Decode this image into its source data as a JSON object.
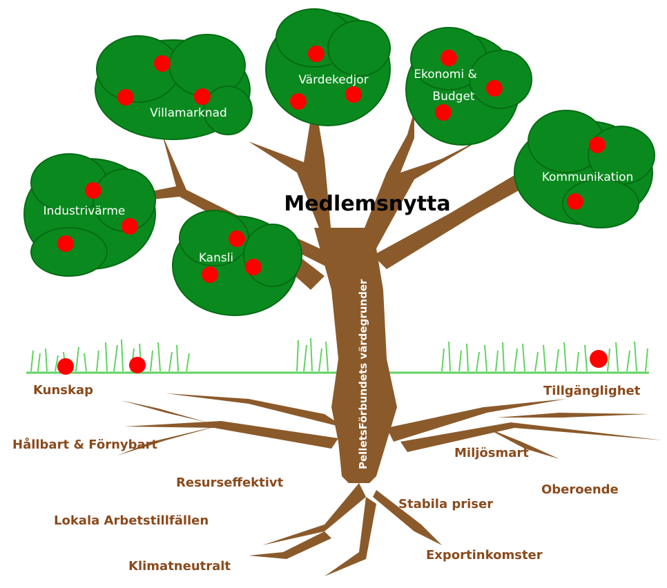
{
  "title": "Medlemsnytta",
  "trunk_label": "PelletsFörbundets värdegrunder",
  "crowns": {
    "villamarknad": "Villamarknad",
    "vardekedjor": "Värdekedjor",
    "ekonomi_line1": "Ekonomi &",
    "ekonomi_line2": "Budget",
    "kommunikation": "Kommunikation",
    "industrivarme": "Industrivärme",
    "kansli": "Kansli"
  },
  "roots": {
    "kunskap": "Kunskap",
    "hallbart": "Hållbart & Förnybart",
    "resurseffektivt": "Resurseffektivt",
    "lokala": "Lokala Arbetstillfällen",
    "klimatneutralt": "Klimatneutralt",
    "tillganglighet": "Tillgänglighet",
    "miljosmart": "Miljösmart",
    "oberoende": "Oberoende",
    "stabila": "Stabila priser",
    "exportinkomster": "Exportinkomster"
  },
  "colors": {
    "foliage": "#0a8a1e",
    "foliage_edge": "#066b15",
    "trunk": "#8b5a2b",
    "apple": "#ff0000",
    "grass": "#5fd35f",
    "root_text": "#8a4a1c"
  }
}
